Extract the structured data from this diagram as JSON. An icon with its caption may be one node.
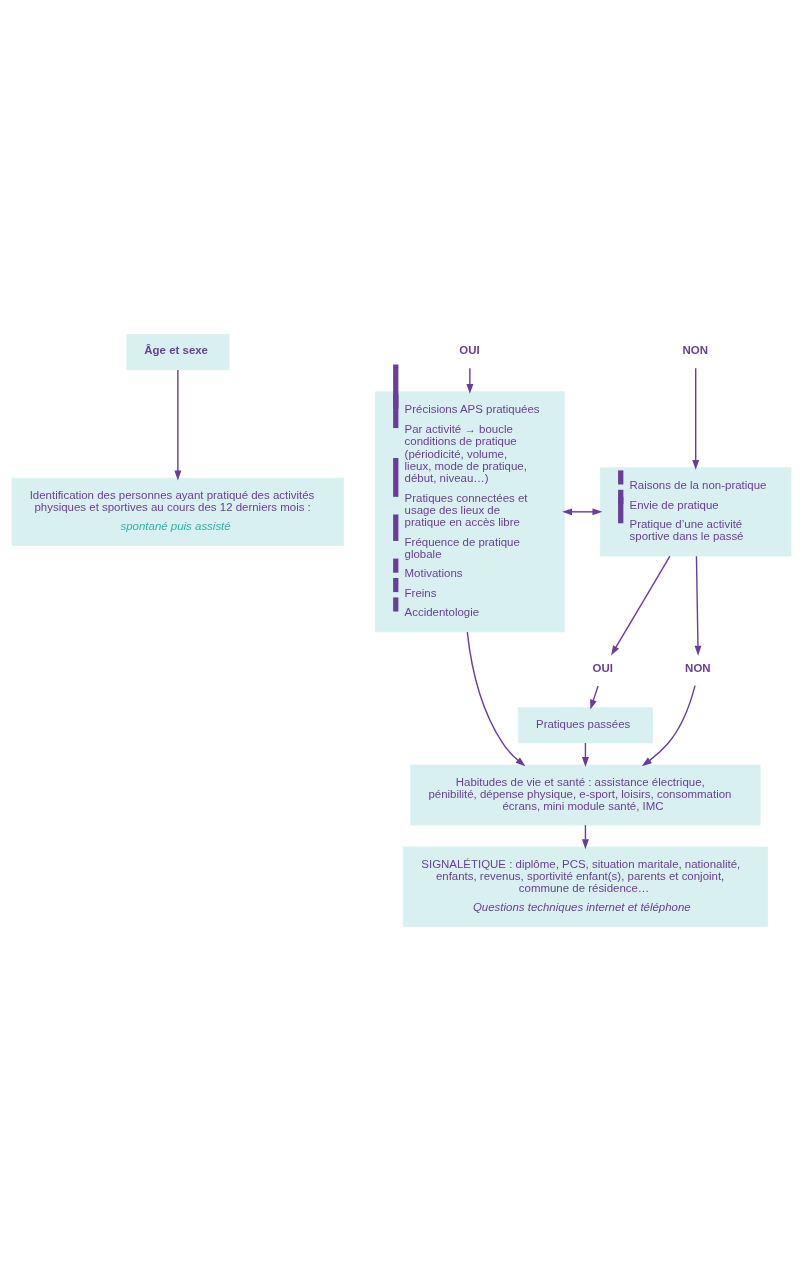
{
  "diagram": {
    "nodes": [
      {
        "text": [
          "Âge et sexe"
        ]
      },
      {
        "text": [
          "Identification des personnes ayant pratiqué des activités physiques et sportives au cours des 12 derniers mois :",
          "spontané puis assisté"
        ]
      },
      {
        "text": [
          "OUI"
        ]
      },
      {
        "text": [
          "NON"
        ]
      },
      {
        "text": [
          "Précisions APS pratiquées",
          "Par activité → boucle conditions de pratique (périodicité, volume, lieux, mode de pratique, début, niveau…)",
          "Pratiques connectées et usage des lieux de pratique en accès libre",
          "Fréquence de pratique globale",
          "Motivations",
          "Freins",
          "Accidentologie"
        ]
      },
      {
        "text": [
          "Raisons de la non-pratique",
          "Envie de pratique",
          "Pratique d’une activité sportive dans le passé"
        ]
      },
      {
        "text": [
          "OUI"
        ]
      },
      {
        "text": [
          "NON"
        ]
      },
      {
        "text": [
          "Pratiques passées"
        ]
      },
      {
        "text": [
          "Habitudes de vie et santé : assistance électrique, pénibilité, dépense physique, e-sport, loisirs, consommation écrans, mini module santé, IMC"
        ]
      },
      {
        "text": [
          "SIGNALÉTIQUE : diplôme, PCS, situation maritale, nationalité, enfants, revenus, sportivité enfant(s), parents et conjoint, commune de résidence…",
          "Questions techniques internet et téléphone"
        ]
      }
    ],
    "edges": [
      {
        "from": 0,
        "to": 1,
        "arrow": "to"
      },
      {
        "from": 2,
        "to": 4,
        "arrow": "to"
      },
      {
        "from": 3,
        "to": 5,
        "arrow": "to"
      },
      {
        "from": 5,
        "to": 4,
        "arrow": "both"
      },
      {
        "from": 5,
        "to": 6,
        "arrow": "to"
      },
      {
        "from": 5,
        "to": 7,
        "arrow": "to"
      },
      {
        "from": 6,
        "to": 8,
        "arrow": "to"
      },
      {
        "from": 4,
        "to": 9,
        "arrow": "to"
      },
      {
        "from": 8,
        "to": 9,
        "arrow": "to"
      },
      {
        "from": 7,
        "to": 9,
        "arrow": "to"
      },
      {
        "from": 9,
        "to": 10,
        "arrow": "to"
      }
    ]
  }
}
